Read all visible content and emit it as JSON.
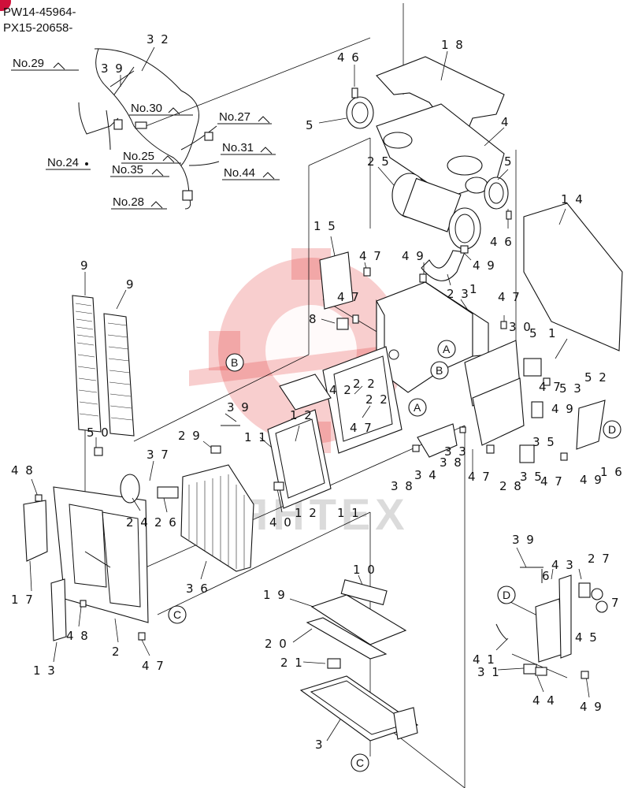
{
  "header": {
    "serial_line_1": "PW14-45964-",
    "serial_line_2": "PX15-20658-"
  },
  "watermark": {
    "text": "ЯНТЕХ",
    "color": "#e02020"
  },
  "cable_labels": [
    "No.29",
    "No.30",
    "No.27",
    "No.25",
    "No.31",
    "No.24",
    "No.35",
    "No.44",
    "No.28"
  ],
  "ref_markers": [
    "A",
    "B",
    "C",
    "D"
  ],
  "part_numbers": {
    "p32": "3 2",
    "p39a": "3 9",
    "p46a": "4 6",
    "p18": "1 8",
    "p5a": "5",
    "p4": "4",
    "p25": "2 5",
    "p5b": "5",
    "p46b": "4 6",
    "p14": "1 4",
    "p15": "1 5",
    "p47a": "4 7",
    "p49a": "4 9",
    "p49b": "4 9",
    "p47b": "4 7",
    "p23": "2 3",
    "p1": "1",
    "p47c": "4 7",
    "p30": "3 0",
    "p9a": "9",
    "p9b": "9",
    "p8": "8",
    "p5c": "5",
    "p51": "1",
    "p52": "5 2",
    "p22a": "2 2",
    "p42": "4 2",
    "p22b": "2 2",
    "p47d": "4 7",
    "p53": "5 3",
    "p49c": "4 9",
    "p39b": "3 9",
    "p12a": "1 2",
    "p11a": "1 1",
    "p47e": "4 7",
    "p35a": "3 5",
    "p50": "5 0",
    "p29": "2 9",
    "p37": "3 7",
    "p33": "3 3",
    "p38": "3 8",
    "p34": "3 4",
    "p38b": "3 8",
    "p48a": "4 8",
    "p47f": "4 7",
    "p28": "2 8",
    "p35b": "3 5",
    "p47g": "4 7",
    "p49d": "4 9",
    "p16": "1 6",
    "p24": "2 4",
    "p26": "2 6",
    "p40": "4 0",
    "p12b": "1 2",
    "p11b": "1 1",
    "p17": "1 7",
    "p36": "3 6",
    "p48b": "4 8",
    "p2": "2",
    "p47h": "4 7",
    "p13": "1 3",
    "p10": "1 0",
    "p19": "1 9",
    "p20": "2 0",
    "p21": "2 1",
    "p3": "3",
    "p39c": "3 9",
    "p27": "2 7",
    "p6": "6",
    "p43": "4 3",
    "p7": "7",
    "p45": "4 5",
    "p41": "4 1",
    "p31": "3 1",
    "p44": "4 4",
    "p49e": "4 9"
  }
}
